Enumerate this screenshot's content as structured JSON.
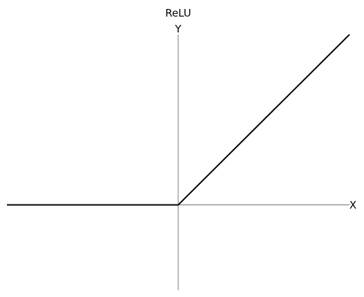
{
  "chart_data": {
    "type": "line",
    "title": "ReLU",
    "xlabel": "X",
    "ylabel": "Y",
    "x": [
      -1,
      0,
      1
    ],
    "series": [
      {
        "values": [
          0,
          0,
          1
        ]
      }
    ],
    "xlim": [
      -1,
      1
    ],
    "ylim": [
      -0.5,
      1
    ],
    "grid": false,
    "colors": {
      "line": "#000000",
      "axis": "#555555"
    }
  }
}
